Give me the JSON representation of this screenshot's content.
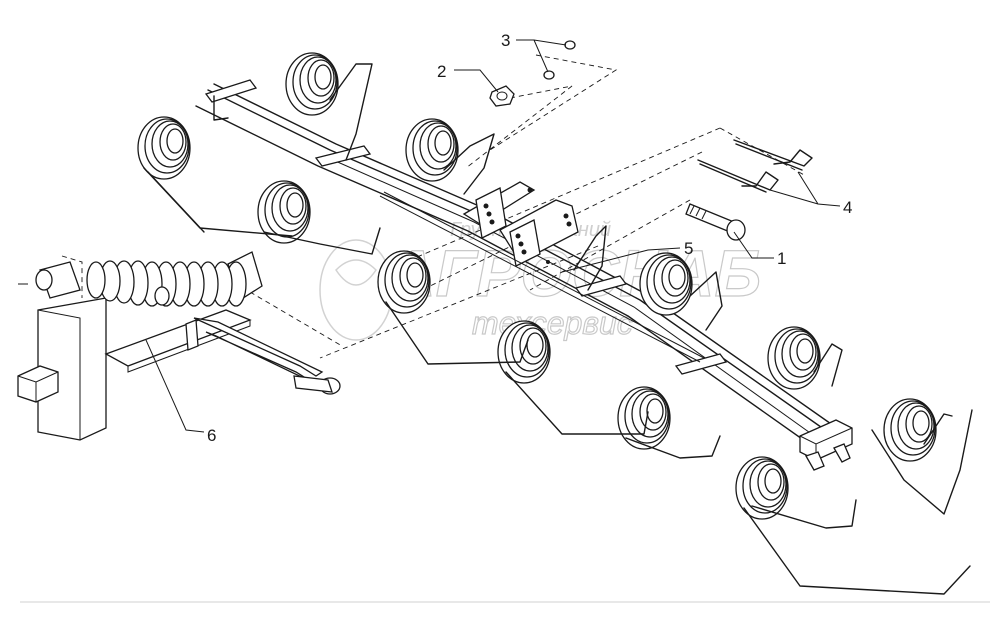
{
  "diagram": {
    "callouts": [
      {
        "id": "1",
        "label": "1"
      },
      {
        "id": "2",
        "label": "2"
      },
      {
        "id": "3",
        "label": "3"
      },
      {
        "id": "4",
        "label": "4"
      },
      {
        "id": "5",
        "label": "5"
      },
      {
        "id": "6",
        "label": "6"
      }
    ]
  },
  "watermark": {
    "top_text": "Группа Компаний",
    "main_text": "АГРОСНАБ",
    "bottom_text": "техсервис"
  },
  "colors": {
    "line": "#1a1a1a",
    "watermark": "#c9c9c9",
    "background": "#ffffff"
  }
}
